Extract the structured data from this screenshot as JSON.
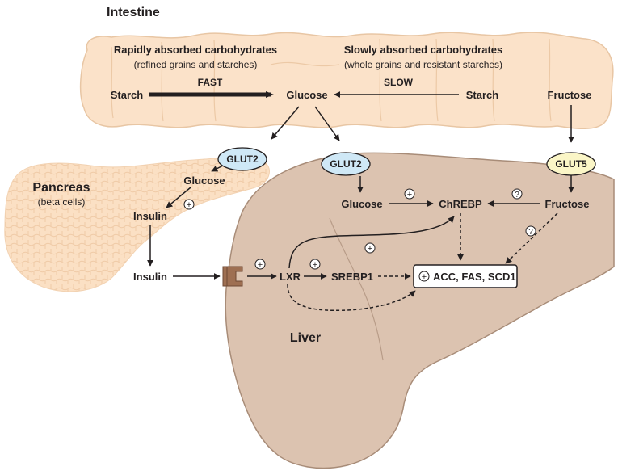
{
  "organs": {
    "intestine": "Intestine",
    "pancreas": "Pancreas",
    "pancreas_sub": "(beta cells)",
    "liver": "Liver"
  },
  "intestine": {
    "rapid_title": "Rapidly absorbed carbohydrates",
    "rapid_sub": "(refined grains and starches)",
    "slow_title": "Slowly absorbed carbohydrates",
    "slow_sub": "(whole grains and resistant starches)",
    "starch_left": "Starch",
    "fast": "FAST",
    "glucose": "Glucose",
    "slow": "SLOW",
    "starch_right": "Starch",
    "fructose": "Fructose"
  },
  "transporters": {
    "glut2_pancreas": "GLUT2",
    "glut2_liver": "GLUT2",
    "glut5": "GLUT5"
  },
  "pancreas_nodes": {
    "glucose": "Glucose",
    "insulin": "Insulin"
  },
  "circulation": {
    "insulin": "Insulin"
  },
  "liver_nodes": {
    "glucose": "Glucose",
    "chrebp": "ChREBP",
    "fructose": "Fructose",
    "lxr": "LXR",
    "srebp1": "SREBP1",
    "targets": "ACC, FAS, SCD1"
  },
  "symbols": {
    "plus": "+",
    "question": "?"
  },
  "colors": {
    "intestine_fill": "#fbe2c9",
    "intestine_stroke": "#e8c6a4",
    "pancreas_fill": "#fbe0c4",
    "liver_fill": "#dcc3b0",
    "liver_stroke": "#a88c78",
    "glut2_fill": "#cfe8f6",
    "glut5_fill": "#fbf6c7",
    "receptor_fill": "#9e6f52",
    "ink": "#231f20"
  }
}
